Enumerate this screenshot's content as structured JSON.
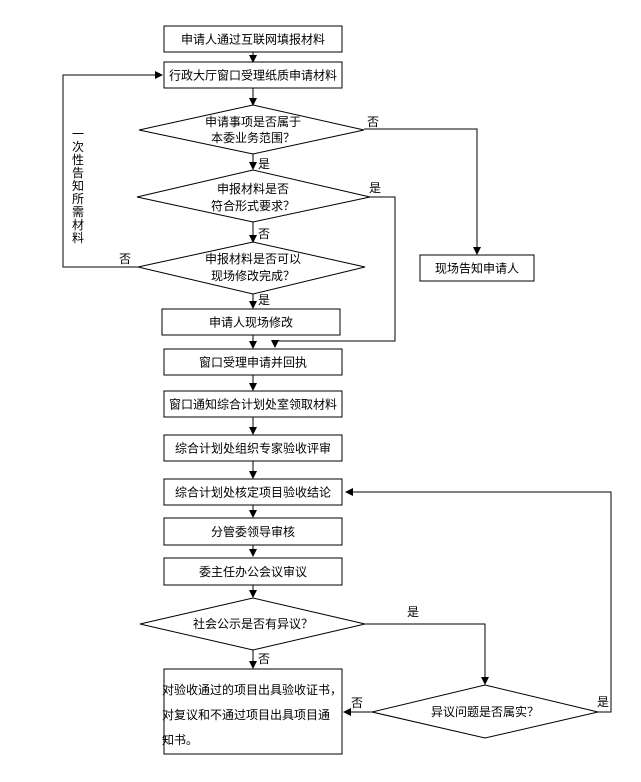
{
  "boxes": {
    "submit_online": "申请人通过互联网填报材料",
    "window_accept_paper": "行政大厅窗口受理纸质申请材料",
    "onsite_modify": "申请人现场修改",
    "window_receipt": "窗口受理申请并回执",
    "notify_office": "窗口通知综合计划处室领取材料",
    "expert_review": "综合计划处组织专家验收评审",
    "determine_conclusion": "综合计划处核定项目验收结论",
    "leader_review": "分管委领导审核",
    "director_meeting": "委主任办公会议审议",
    "notify_applicant": "现场告知申请人",
    "final_docs": [
      "对验收通过的项目出具验收证书，",
      "对复议和不通过项目出具项目通",
      "知书。"
    ]
  },
  "decisions": {
    "in_scope": [
      "申请事项是否属于",
      "本委业务范围？"
    ],
    "format_ok": [
      "申报材料是否",
      "符合形式要求？"
    ],
    "fixable_onsite": [
      "申报材料是否可以",
      "现场修改完成？"
    ],
    "public_objection": "社会公示是否有异议？",
    "objection_true": "异议问题是否属实？"
  },
  "labels": {
    "no": "否",
    "yes": "是",
    "one_time_notice": [
      "一",
      "次",
      "性",
      "告",
      "知",
      "所",
      "需",
      "材",
      "料"
    ]
  }
}
